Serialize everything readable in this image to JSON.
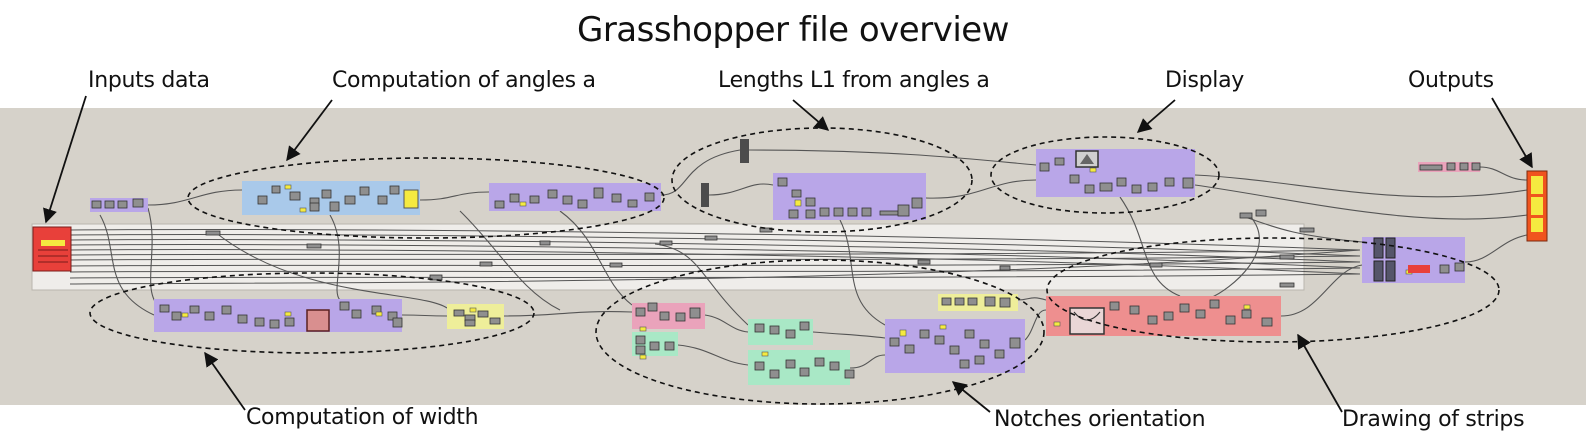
{
  "title": "Grasshopper file overview",
  "labels": {
    "inputs": "Inputs data",
    "angles": "Computation of angles a",
    "lengths": "Lengths L1 from angles a",
    "display": "Display",
    "outputs": "Outputs",
    "width": "Computation of width",
    "notches": "Notches orientation",
    "strips": "Drawing of strips"
  },
  "colors": {
    "canvas": "#d6d2ca",
    "purple_group": "#b9a6e8",
    "blue_group": "#a9c9ea",
    "red_group": "#ee8f8f",
    "pink_group": "#eaa3bb",
    "green_group": "#a9e8c6",
    "yellow_group": "#eeee9a",
    "component": "#8f8f8f",
    "input_panel": "#e8403a",
    "output_panel": "#f0541e",
    "yellow_panel": "#f5ea40"
  }
}
